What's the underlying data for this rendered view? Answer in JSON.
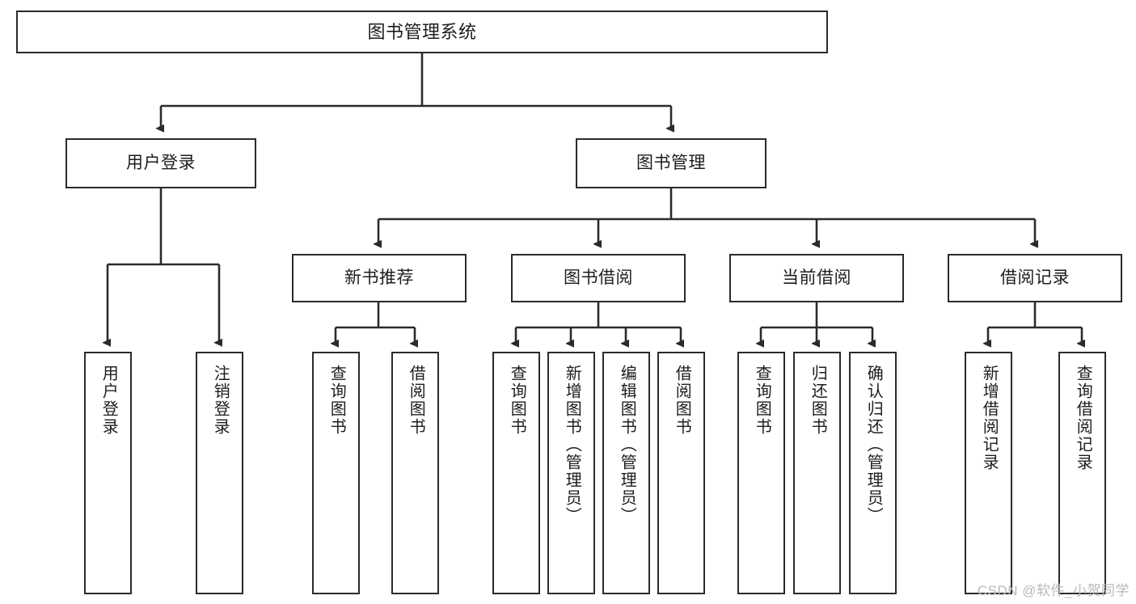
{
  "diagram": {
    "title": "图书管理系统",
    "type": "tree-structure-chart",
    "stroke_color": "#2b2b2b",
    "fill_color": "#ffffff",
    "text_color": "#1d1d1d"
  },
  "root": {
    "label": "图书管理系统"
  },
  "level2": [
    {
      "label": "用户登录"
    },
    {
      "label": "图书管理"
    }
  ],
  "level3": [
    {
      "label": "新书推荐"
    },
    {
      "label": "图书借阅"
    },
    {
      "label": "当前借阅"
    },
    {
      "label": "借阅记录"
    }
  ],
  "leaves": {
    "user_login": [
      {
        "label": "用户登录"
      },
      {
        "label": "注销登录"
      }
    ],
    "new_book": [
      {
        "label": "查询图书"
      },
      {
        "label": "借阅图书"
      }
    ],
    "book_borrow": [
      {
        "label": "查询图书"
      },
      {
        "label": "新增图书（管理员）"
      },
      {
        "label": "编辑图书（管理员）"
      },
      {
        "label": "借阅图书"
      }
    ],
    "current_borrow": [
      {
        "label": "查询图书"
      },
      {
        "label": "归还图书"
      },
      {
        "label": "确认归还（管理员）"
      }
    ],
    "borrow_record": [
      {
        "label": "新增借阅记录"
      },
      {
        "label": "查询借阅记录"
      }
    ]
  },
  "watermark": {
    "text": "CSDN @软件_小贺同学"
  }
}
